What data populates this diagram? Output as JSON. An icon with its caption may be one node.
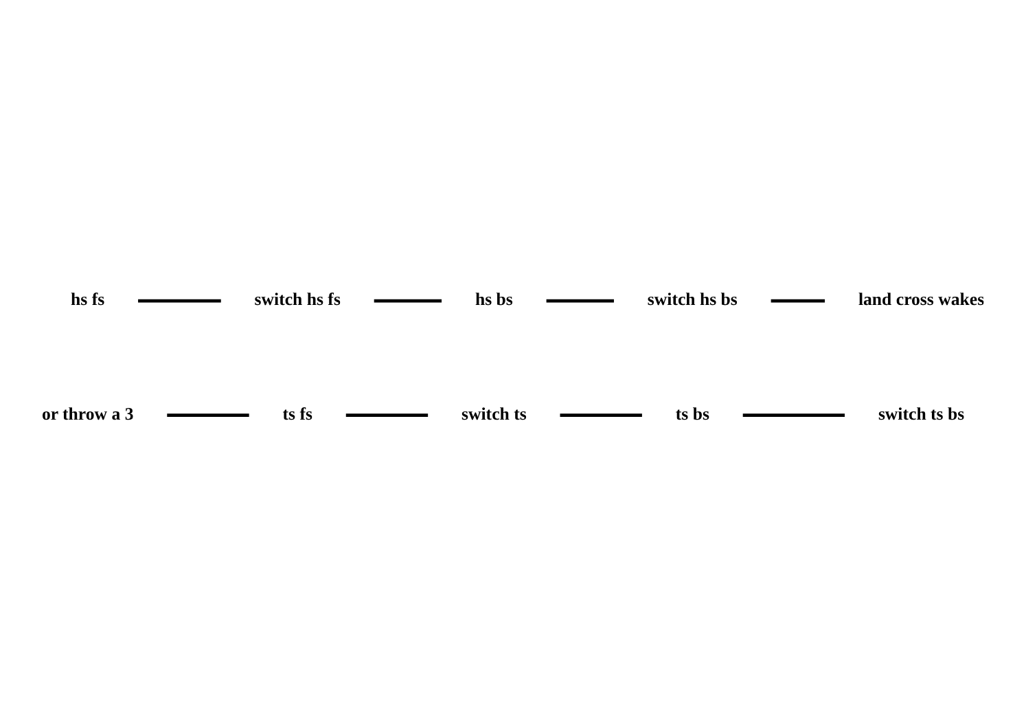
{
  "diagram": {
    "nodes": [
      {
        "text": [
          "hs fs"
        ]
      },
      {
        "text": [
          "switch hs fs"
        ]
      },
      {
        "text": [
          "hs bs"
        ]
      },
      {
        "text": [
          "switch hs bs"
        ]
      },
      {
        "text": [
          "land cross wakes"
        ]
      },
      {
        "text": [
          "or throw a 3"
        ]
      },
      {
        "text": [
          "ts fs"
        ]
      },
      {
        "text": [
          "switch ts"
        ]
      },
      {
        "text": [
          "ts bs"
        ]
      },
      {
        "text": [
          "switch ts bs"
        ]
      }
    ],
    "edges": [
      {
        "from": 0,
        "to": 1,
        "arrow": "none"
      },
      {
        "from": 1,
        "to": 2,
        "arrow": "none"
      },
      {
        "from": 2,
        "to": 3,
        "arrow": "none"
      },
      {
        "from": 3,
        "to": 4,
        "arrow": "none"
      },
      {
        "from": 5,
        "to": 6,
        "arrow": "none"
      },
      {
        "from": 6,
        "to": 7,
        "arrow": "none"
      },
      {
        "from": 7,
        "to": 8,
        "arrow": "none"
      },
      {
        "from": 8,
        "to": 9,
        "arrow": "none"
      }
    ]
  }
}
